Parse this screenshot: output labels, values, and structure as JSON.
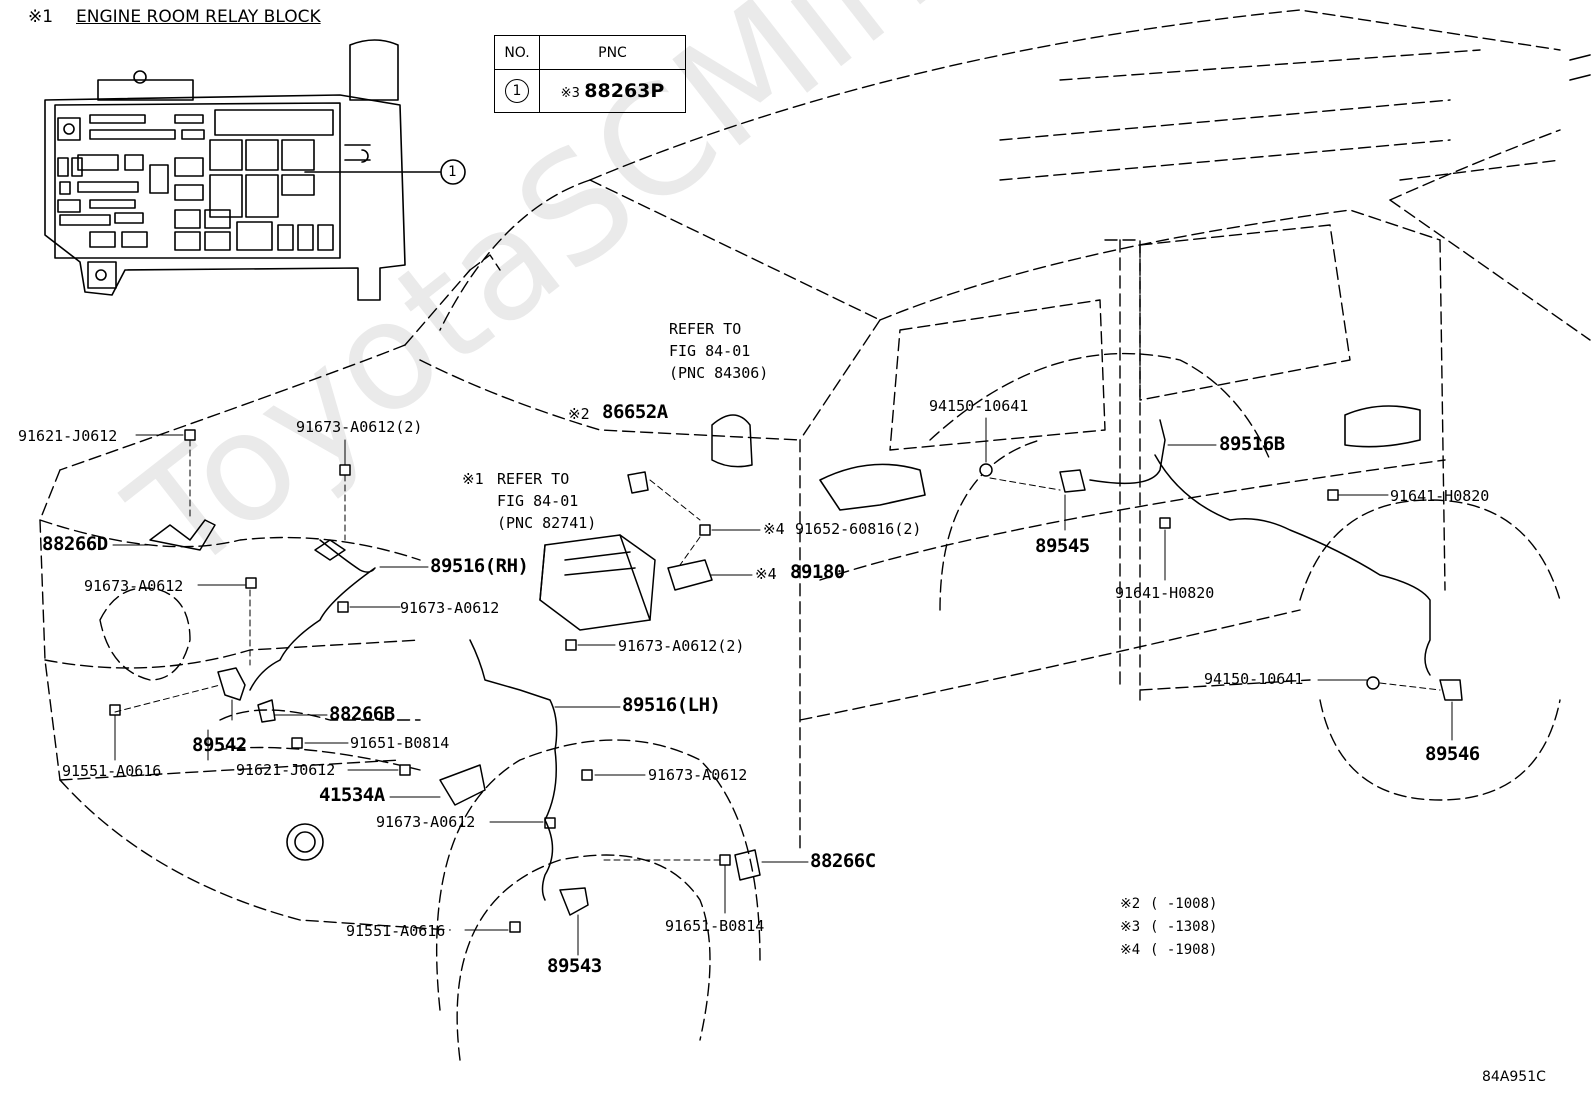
{
  "relay_block": {
    "mark": "※1",
    "title": "ENGINE ROOM RELAY BLOCK",
    "callout": "1"
  },
  "pnc_table": {
    "col_no": "NO.",
    "col_pnc": "PNC",
    "row_no": "1",
    "row_note": "※3",
    "row_pnc": "88263P"
  },
  "watermark": "ToyotaSCMirror.ru",
  "refers": [
    {
      "lines": [
        "REFER TO",
        "FIG 84-01",
        "(PNC 84306)"
      ]
    },
    {
      "mark": "※1",
      "lines": [
        "REFER TO",
        "FIG 84-01",
        "(PNC 82741)"
      ]
    }
  ],
  "labels": {
    "l_91621_J0612_a": "91621-J0612",
    "l_91673_A0612_2a": "91673-A0612(2)",
    "l_86652A_mark": "※2",
    "l_86652A": "86652A",
    "l_94150_10641_a": "94150-10641",
    "l_89516B": "89516B",
    "l_91641_H0820_a": "91641-H0820",
    "l_88266D": "88266D",
    "l_91652_mark": "※4",
    "l_91652": "91652-60816(2)",
    "l_89545": "89545",
    "l_91673_A0612_a": "91673-A0612",
    "l_89516RH": "89516(RH)",
    "l_89180_mark": "※4",
    "l_89180": "89180",
    "l_91641_H0820_b": "91641-H0820",
    "l_91673_A0612_b": "91673-A0612",
    "l_91673_A0612_2b": "91673-A0612(2)",
    "l_94150_10641_b": "94150-10641",
    "l_89516LH": "89516(LH)",
    "l_88266B": "88266B",
    "l_89542": "89542",
    "l_91651_B0814_a": "91651-B0814",
    "l_91551_A0616_a": "91551-A0616",
    "l_91621_J0612_b": "91621-J0612",
    "l_91673_A0612_c": "91673-A0612",
    "l_89546": "89546",
    "l_41534A": "41534A",
    "l_91673_A0612_d": "91673-A0612",
    "l_88266C": "88266C",
    "l_91651_B0814_b": "91651-B0814",
    "l_91551_A0616_b": "91551-A0616",
    "l_89543": "89543"
  },
  "notes": [
    {
      "mark": "※2",
      "text": "(      -1008)"
    },
    {
      "mark": "※3",
      "text": "(      -1308)"
    },
    {
      "mark": "※4",
      "text": "(      -1908)"
    }
  ],
  "figure_id": "84A951C"
}
